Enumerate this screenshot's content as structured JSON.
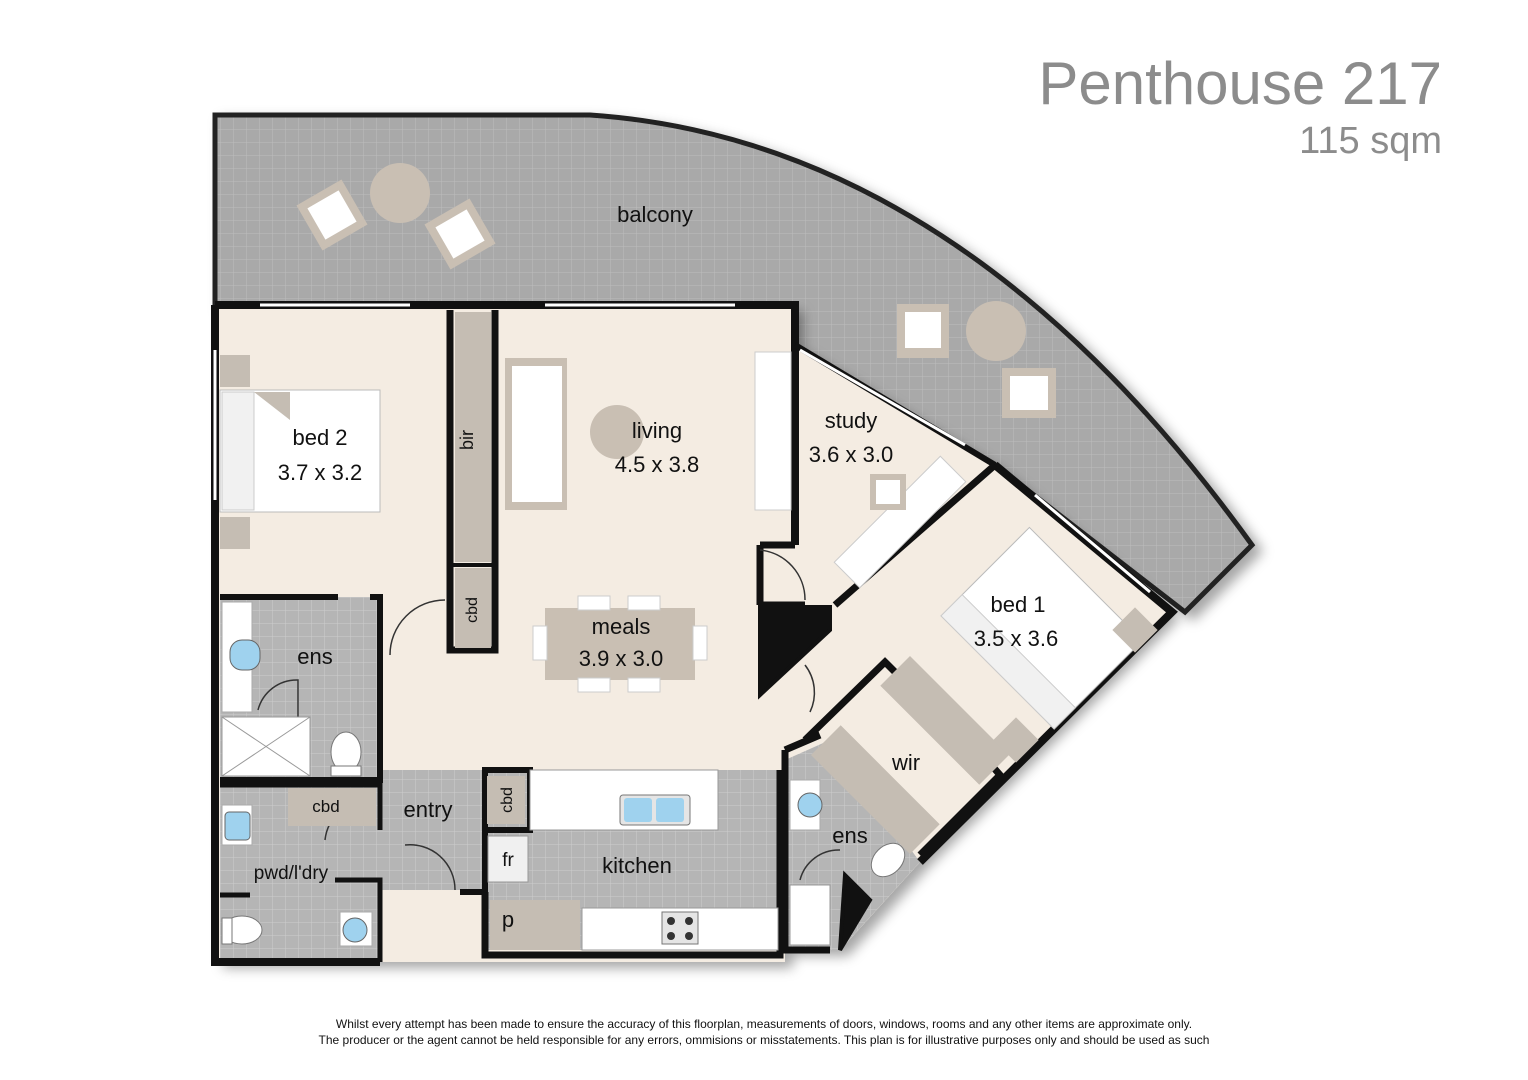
{
  "header": {
    "title": "Penthouse 217",
    "area": "115 sqm"
  },
  "rooms": {
    "balcony": {
      "name": "balcony"
    },
    "bed2": {
      "name": "bed 2",
      "size": "3.7 x 3.2"
    },
    "bir": {
      "name": "bir"
    },
    "living": {
      "name": "living",
      "size": "4.5 x 3.8"
    },
    "study": {
      "name": "study",
      "size": "3.6 x 3.0"
    },
    "bed1": {
      "name": "bed 1",
      "size": "3.5 x 3.6"
    },
    "meals": {
      "name": "meals",
      "size": "3.9 x 3.0"
    },
    "cbd1": {
      "name": "cbd"
    },
    "cbd2": {
      "name": "cbd"
    },
    "cbd3": {
      "name": "cbd"
    },
    "ens1": {
      "name": "ens"
    },
    "ens2": {
      "name": "ens"
    },
    "wir": {
      "name": "wir"
    },
    "entry": {
      "name": "entry"
    },
    "kitchen": {
      "name": "kitchen"
    },
    "fridge": {
      "name": "fr"
    },
    "pantry": {
      "name": "p"
    },
    "powder": {
      "name": "pwd/l'dry"
    }
  },
  "colors": {
    "floor": "#f4ece2",
    "tile": "#b9b9b9",
    "balcony": "#a8a8a8",
    "wall": "#111111",
    "cabinet": "#c7bfb5",
    "fixture": "#9fd2ee"
  },
  "footer": {
    "line1": "Whilst every attempt has been made to ensure the accuracy of this floorplan, measurements of doors, windows, rooms and any other items are approximate only.",
    "line2": "The producer or the agent cannot be held responsible for any errors, ommisions or misstatements. This plan is for illustrative purposes only and should be used as such"
  }
}
